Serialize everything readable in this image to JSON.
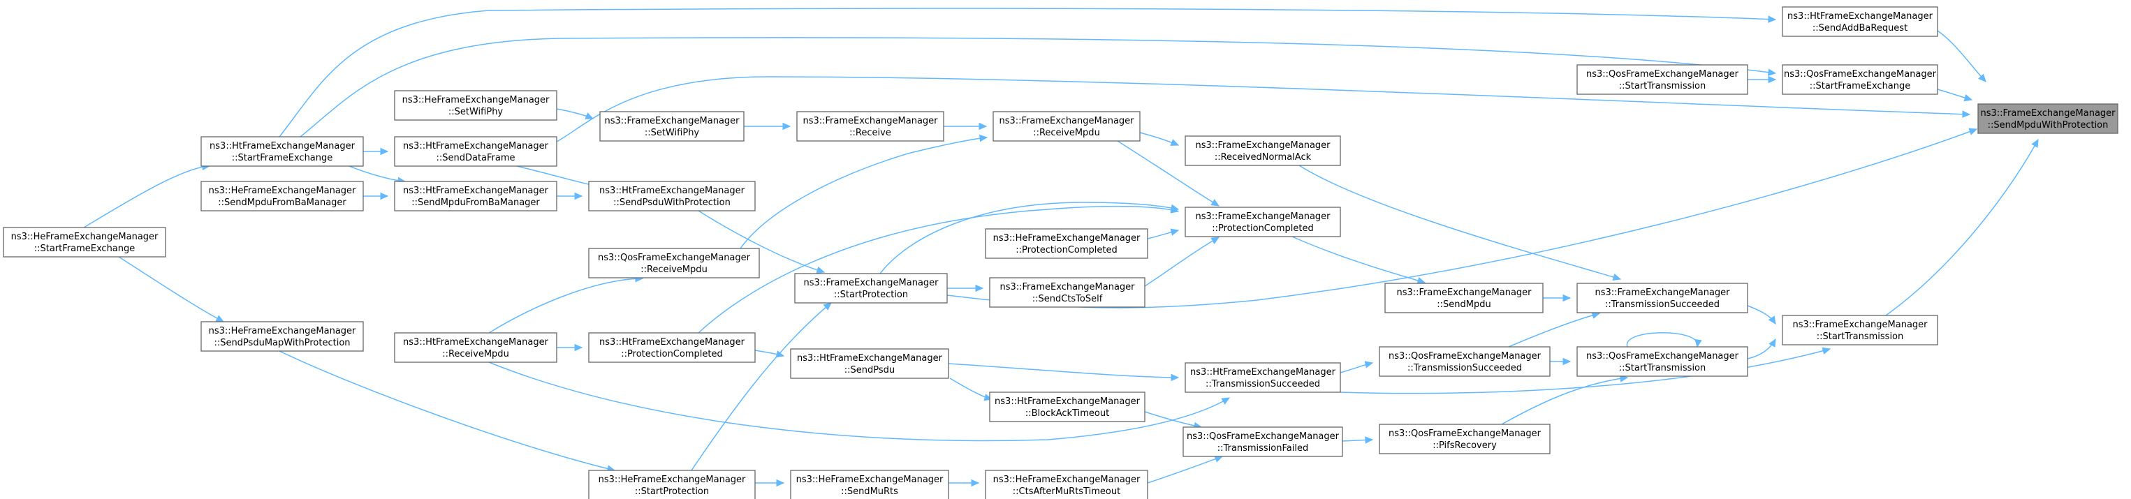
{
  "graph": {
    "root": "n_root",
    "colors": {
      "edge": "#63b8ff",
      "node_border": "#666666",
      "node_fill": "#ffffff",
      "root_fill": "#999999"
    },
    "nodes": [
      {
        "id": "n_root",
        "line1": "ns3::FrameExchangeManager",
        "line2": "::SendMpduWithProtection"
      },
      {
        "id": "n_sendaddba",
        "line1": "ns3::HtFrameExchangeManager",
        "line2": "::SendAddBaRequest"
      },
      {
        "id": "n_qos_sfe",
        "line1": "ns3::QosFrameExchangeManager",
        "line2": "::StartFrameExchange"
      },
      {
        "id": "n_qos_st",
        "line1": "ns3::QosFrameExchangeManager",
        "line2": "::StartTransmission"
      },
      {
        "id": "n_fem_st",
        "line1": "ns3::FrameExchangeManager",
        "line2": "::StartTransmission"
      },
      {
        "id": "n_qos_st2",
        "line1": "ns3::QosFrameExchangeManager",
        "line2": "::StartTransmission"
      },
      {
        "id": "n_fem_ts",
        "line1": "ns3::FrameExchangeManager",
        "line2": "::TransmissionSucceeded"
      },
      {
        "id": "n_qos_ts",
        "line1": "ns3::QosFrameExchangeManager",
        "line2": "::TransmissionSucceeded"
      },
      {
        "id": "n_qos_pifs",
        "line1": "ns3::QosFrameExchangeManager",
        "line2": "::PifsRecovery"
      },
      {
        "id": "n_fem_sendmpdu",
        "line1": "ns3::FrameExchangeManager",
        "line2": "::SendMpdu"
      },
      {
        "id": "n_fem_rna",
        "line1": "ns3::FrameExchangeManager",
        "line2": "::ReceivedNormalAck"
      },
      {
        "id": "n_fem_pc",
        "line1": "ns3::FrameExchangeManager",
        "line2": "::ProtectionCompleted"
      },
      {
        "id": "n_fem_rxmpdu",
        "line1": "ns3::FrameExchangeManager",
        "line2": "::ReceiveMpdu"
      },
      {
        "id": "n_he_pc",
        "line1": "ns3::HeFrameExchangeManager",
        "line2": "::ProtectionCompleted"
      },
      {
        "id": "n_fem_ctsself",
        "line1": "ns3::FrameExchangeManager",
        "line2": "::SendCtsToSelf"
      },
      {
        "id": "n_ht_ts",
        "line1": "ns3::HtFrameExchangeManager",
        "line2": "::TransmissionSucceeded"
      },
      {
        "id": "n_ht_bat",
        "line1": "ns3::HtFrameExchangeManager",
        "line2": "::BlockAckTimeout"
      },
      {
        "id": "n_qos_tf",
        "line1": "ns3::QosFrameExchangeManager",
        "line2": "::TransmissionFailed"
      },
      {
        "id": "n_he_ctsmu",
        "line1": "ns3::HeFrameExchangeManager",
        "line2": "::CtsAfterMuRtsTimeout"
      },
      {
        "id": "n_fem_rx",
        "line1": "ns3::FrameExchangeManager",
        "line2": "::Receive"
      },
      {
        "id": "n_fem_swp",
        "line1": "ns3::FrameExchangeManager",
        "line2": "::SetWifiPhy"
      },
      {
        "id": "n_fem_sp",
        "line1": "ns3::FrameExchangeManager",
        "line2": "::StartProtection"
      },
      {
        "id": "n_ht_sendpsdu",
        "line1": "ns3::HtFrameExchangeManager",
        "line2": "::SendPsdu"
      },
      {
        "id": "n_he_mrts",
        "line1": "ns3::HeFrameExchangeManager",
        "line2": "::SendMuRts"
      },
      {
        "id": "n_ht_spwp",
        "line1": "ns3::HtFrameExchangeManager",
        "line2": "::SendPsduWithProtection"
      },
      {
        "id": "n_qos_rxmpdu",
        "line1": "ns3::QosFrameExchangeManager",
        "line2": "::ReceiveMpdu"
      },
      {
        "id": "n_ht_pc",
        "line1": "ns3::HtFrameExchangeManager",
        "line2": "::ProtectionCompleted"
      },
      {
        "id": "n_he_sp",
        "line1": "ns3::HeFrameExchangeManager",
        "line2": "::StartProtection"
      },
      {
        "id": "n_he_swp",
        "line1": "ns3::HeFrameExchangeManager",
        "line2": "::SetWifiPhy"
      },
      {
        "id": "n_ht_sdf",
        "line1": "ns3::HtFrameExchangeManager",
        "line2": "::SendDataFrame"
      },
      {
        "id": "n_ht_smfba",
        "line1": "ns3::HtFrameExchangeManager",
        "line2": "::SendMpduFromBaManager"
      },
      {
        "id": "n_ht_rxmpdu",
        "line1": "ns3::HtFrameExchangeManager",
        "line2": "::ReceiveMpdu"
      },
      {
        "id": "n_ht_sfe",
        "line1": "ns3::HtFrameExchangeManager",
        "line2": "::StartFrameExchange"
      },
      {
        "id": "n_he_smfba",
        "line1": "ns3::HeFrameExchangeManager",
        "line2": "::SendMpduFromBaManager"
      },
      {
        "id": "n_he_spmwp",
        "line1": "ns3::HeFrameExchangeManager",
        "line2": "::SendPsduMapWithProtection"
      },
      {
        "id": "n_he_sfe",
        "line1": "ns3::HeFrameExchangeManager",
        "line2": "::StartFrameExchange"
      }
    ],
    "edges": [
      {
        "from": "n_sendaddba",
        "to": "n_root"
      },
      {
        "from": "n_qos_sfe",
        "to": "n_root"
      },
      {
        "from": "n_ht_sdf",
        "to": "n_root"
      },
      {
        "from": "n_fem_sp",
        "to": "n_root"
      },
      {
        "from": "n_fem_st",
        "to": "n_root"
      },
      {
        "from": "n_ht_sfe",
        "to": "n_sendaddba"
      },
      {
        "from": "n_ht_sfe",
        "to": "n_qos_sfe"
      },
      {
        "from": "n_qos_st",
        "to": "n_qos_sfe"
      },
      {
        "from": "n_qos_st2",
        "to": "n_fem_st"
      },
      {
        "from": "n_fem_ts",
        "to": "n_fem_st"
      },
      {
        "from": "n_ht_ts",
        "to": "n_fem_st"
      },
      {
        "from": "n_qos_st2",
        "to": "n_qos_st2"
      },
      {
        "from": "n_qos_ts",
        "to": "n_qos_st2"
      },
      {
        "from": "n_qos_pifs",
        "to": "n_qos_st2"
      },
      {
        "from": "n_fem_sendmpdu",
        "to": "n_fem_ts"
      },
      {
        "from": "n_fem_rna",
        "to": "n_fem_ts"
      },
      {
        "from": "n_qos_ts",
        "to": "n_fem_ts"
      },
      {
        "from": "n_ht_ts",
        "to": "n_qos_ts"
      },
      {
        "from": "n_qos_tf",
        "to": "n_qos_pifs"
      },
      {
        "from": "n_fem_pc",
        "to": "n_fem_sendmpdu"
      },
      {
        "from": "n_fem_rxmpdu",
        "to": "n_fem_rna"
      },
      {
        "from": "n_fem_rxmpdu",
        "to": "n_fem_pc"
      },
      {
        "from": "n_he_pc",
        "to": "n_fem_pc"
      },
      {
        "from": "n_fem_ctsself",
        "to": "n_fem_pc"
      },
      {
        "from": "n_ht_pc",
        "to": "n_fem_pc"
      },
      {
        "from": "n_fem_sp",
        "to": "n_fem_pc"
      },
      {
        "from": "n_fem_rx",
        "to": "n_fem_rxmpdu"
      },
      {
        "from": "n_qos_rxmpdu",
        "to": "n_fem_rxmpdu"
      },
      {
        "from": "n_fem_swp",
        "to": "n_fem_rx"
      },
      {
        "from": "n_he_swp",
        "to": "n_fem_swp"
      },
      {
        "from": "n_fem_sp",
        "to": "n_fem_ctsself"
      },
      {
        "from": "n_ht_sendpsdu",
        "to": "n_ht_ts"
      },
      {
        "from": "n_ht_rxmpdu",
        "to": "n_ht_ts"
      },
      {
        "from": "n_ht_bat",
        "to": "n_qos_tf"
      },
      {
        "from": "n_he_ctsmu",
        "to": "n_qos_tf"
      },
      {
        "from": "n_he_mrts",
        "to": "n_he_ctsmu"
      },
      {
        "from": "n_ht_sendpsdu",
        "to": "n_ht_bat"
      },
      {
        "from": "n_ht_pc",
        "to": "n_ht_sendpsdu"
      },
      {
        "from": "n_ht_spwp",
        "to": "n_fem_sp"
      },
      {
        "from": "n_he_sp",
        "to": "n_fem_sp"
      },
      {
        "from": "n_he_sp",
        "to": "n_he_mrts"
      },
      {
        "from": "n_ht_sdf",
        "to": "n_ht_spwp"
      },
      {
        "from": "n_ht_smfba",
        "to": "n_ht_spwp"
      },
      {
        "from": "n_ht_rxmpdu",
        "to": "n_qos_rxmpdu"
      },
      {
        "from": "n_ht_rxmpdu",
        "to": "n_ht_pc"
      },
      {
        "from": "n_he_spmwp",
        "to": "n_he_sp"
      },
      {
        "from": "n_ht_sfe",
        "to": "n_ht_sdf"
      },
      {
        "from": "n_ht_sfe",
        "to": "n_ht_smfba"
      },
      {
        "from": "n_he_smfba",
        "to": "n_ht_smfba"
      },
      {
        "from": "n_he_sfe",
        "to": "n_ht_sfe"
      },
      {
        "from": "n_he_sfe",
        "to": "n_he_spmwp"
      }
    ]
  }
}
